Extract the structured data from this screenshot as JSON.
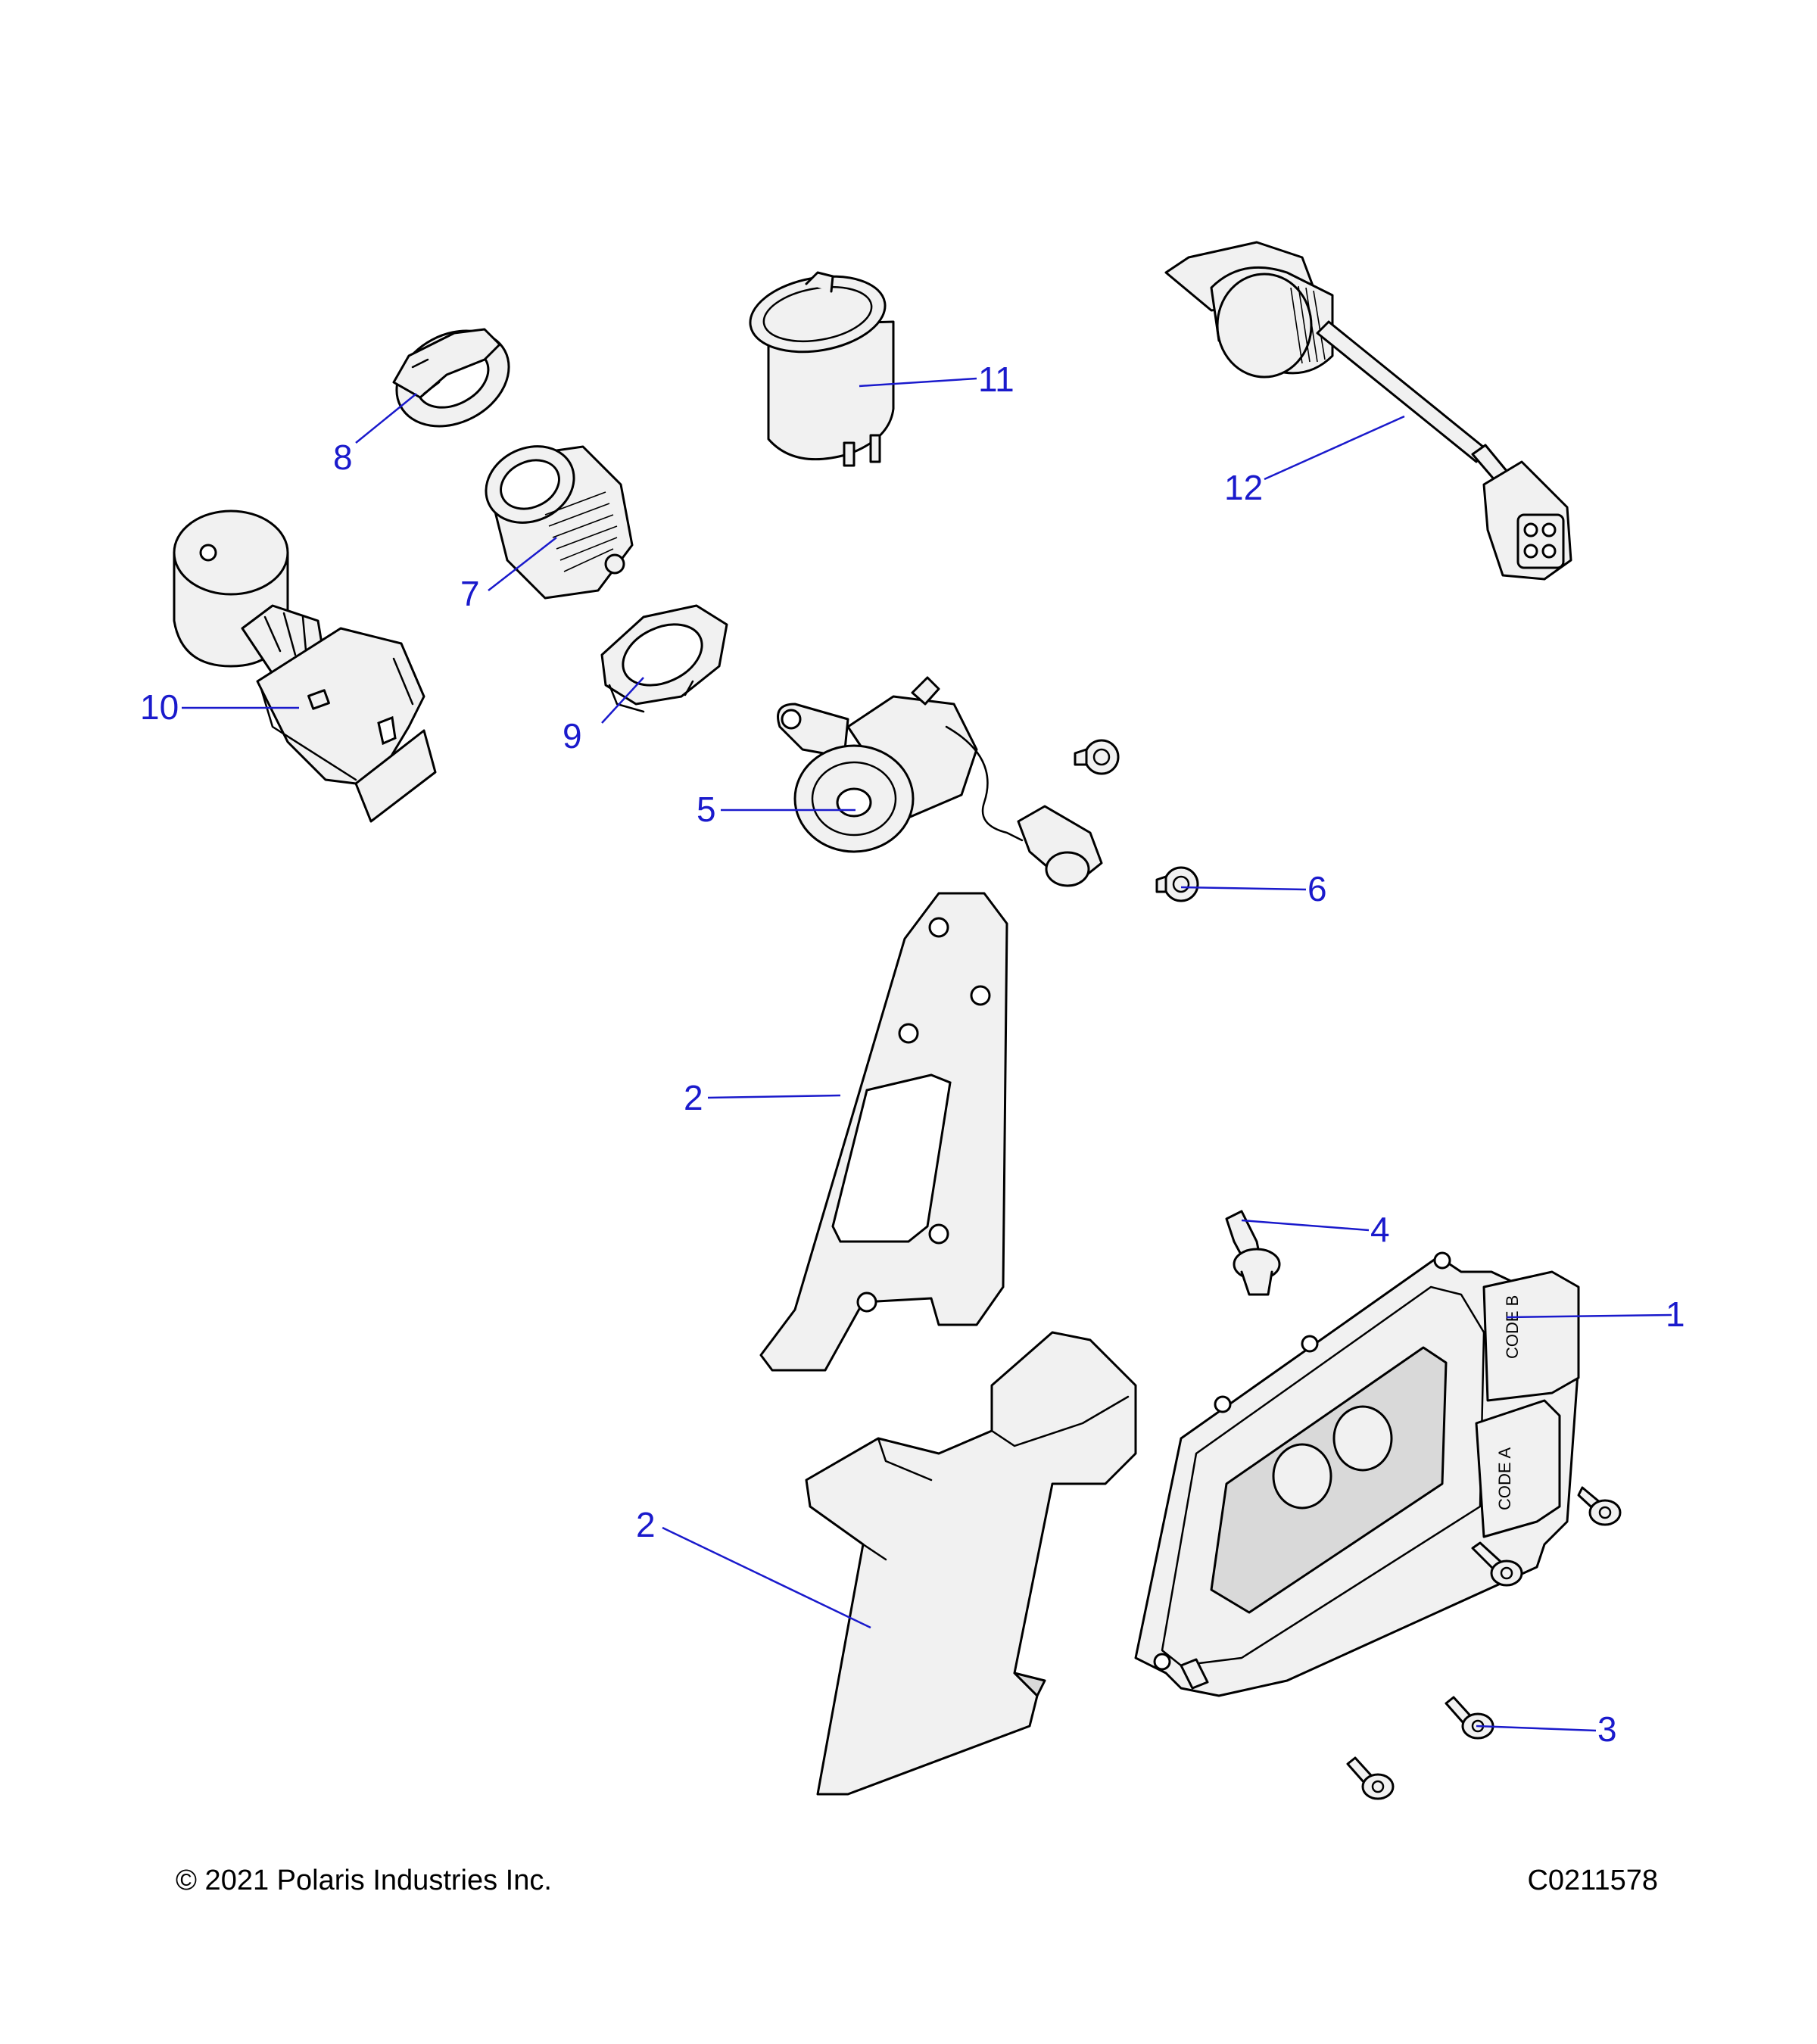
{
  "callouts": {
    "c1": "1",
    "c2a": "2",
    "c2b": "2",
    "c3": "3",
    "c4": "4",
    "c5": "5",
    "c6": "6",
    "c7": "7",
    "c8": "8",
    "c9": "9",
    "c10": "10",
    "c11": "11",
    "c12": "12"
  },
  "ecu_labels": {
    "code_b": "CODE B",
    "code_a": "CODE A"
  },
  "footer": {
    "copyright": "© 2021 Polaris Industries Inc.",
    "drawing_number": "C0211578"
  },
  "colors": {
    "callout": "#1a1acc",
    "part_fill": "#f1f1f1",
    "outline": "#000000"
  }
}
